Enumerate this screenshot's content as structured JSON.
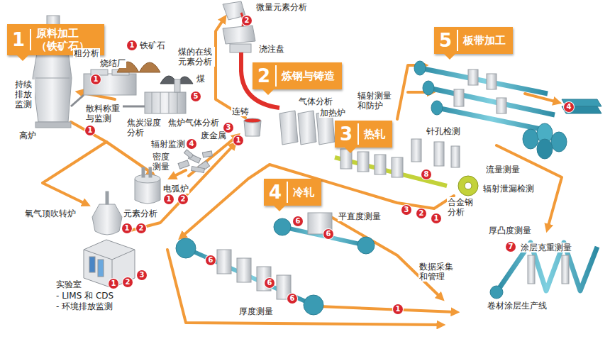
{
  "diagram": {
    "nodes": [
      {
        "text": [
          "1",
          "原料加工 （铁矿石）"
        ]
      },
      {
        "text": [
          "2",
          "炼钢与铸造"
        ]
      },
      {
        "text": [
          "3",
          "热轧"
        ]
      },
      {
        "text": [
          "4",
          "冷轧"
        ]
      },
      {
        "text": [
          "5",
          "板带加工"
        ]
      }
    ],
    "labels": [
      "持续排放监测",
      "高炉",
      "粗分析",
      "烧结厂",
      "铁矿石",
      "煤的在线元素分析",
      "煤",
      "散料称重与监测",
      "焦炭湿度分析",
      "焦炉气体分析",
      "废金属",
      "辐射监测",
      "密度测量",
      "电弧炉",
      "元素分析",
      "氧气顶吹转炉",
      "实验室",
      "- LIMS 和 CDS",
      "- 环境排放监测",
      "微量元素分析",
      "浇注盘",
      "连铸",
      "气体分析",
      "加热炉",
      "辐射测量和防护",
      "针孔检测",
      "流量测量",
      "辐射泄漏检测",
      "合金钢分析",
      "平直度测量",
      "厚度测量",
      "数据采集和管理",
      "厚凸度测量",
      "涂层克重测量",
      "卷材涂层生产线",
      "2",
      "1",
      "1",
      "5",
      "3",
      "1",
      "1",
      "4",
      "1",
      "2",
      "1",
      "2",
      "1",
      "2",
      "3",
      "4",
      "8",
      "3",
      "2",
      "1",
      "6",
      "6",
      "6",
      "6",
      "6",
      "7",
      "1"
    ]
  }
}
